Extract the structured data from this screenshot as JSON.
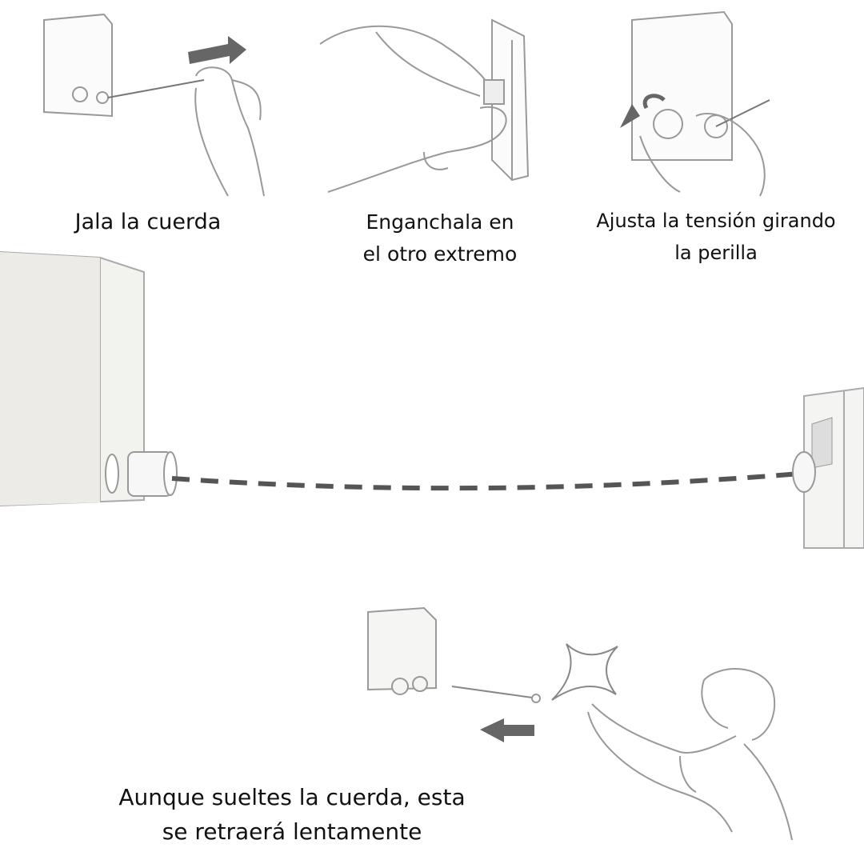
{
  "steps": [
    {
      "caption_lines": [
        "Jala la cuerda"
      ],
      "icon": "pull-cord-hand-illustration"
    },
    {
      "caption_lines": [
        "Enganchala en",
        "el otro extremo"
      ],
      "icon": "hook-hand-illustration"
    },
    {
      "caption_lines": [
        "Ajusta la tensión girando",
        "la perilla"
      ],
      "icon": "turn-knob-hand-illustration"
    }
  ],
  "main_illustration": {
    "icon": "clothesline-between-walls-illustration"
  },
  "bottom": {
    "caption_lines": [
      "Aunque sueltes la cuerda, esta",
      "se retraerá lentamente"
    ],
    "icon": "retracting-cord-child-illustration"
  },
  "colors": {
    "line": "#999999",
    "cord": "#555555",
    "arrow": "#666666",
    "box": "#f2f2f0"
  }
}
